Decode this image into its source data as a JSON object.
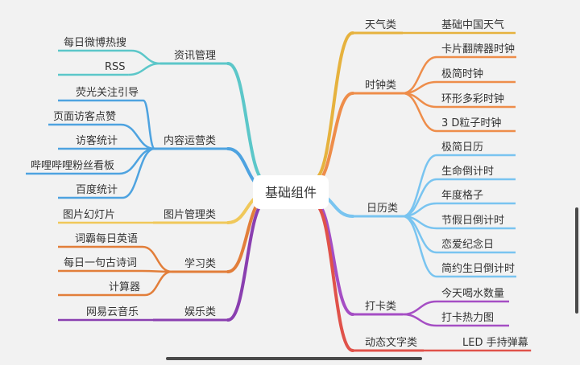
{
  "root": "基础组件",
  "colors": {
    "background": "#f2f2f2",
    "weather": "#e6b23e",
    "clock": "#ee8d4a",
    "calendar": "#79c4f0",
    "checkin": "#a54ec4",
    "dynamic_text": "#e0524a",
    "news": "#5cc7c9",
    "content_ops": "#4ea3e0",
    "image_mgmt": "#f0c85a",
    "study": "#e27e3a",
    "entertainment": "#8a3fb0"
  },
  "right_branches": [
    {
      "id": "weather",
      "label": "天气类",
      "color_key": "weather",
      "children": [
        "基础中国天气"
      ]
    },
    {
      "id": "clock",
      "label": "时钟类",
      "color_key": "clock",
      "children": [
        "卡片翻牌器时钟",
        "极简时钟",
        "环形多彩时钟",
        "3 D粒子时钟"
      ]
    },
    {
      "id": "calendar",
      "label": "日历类",
      "color_key": "calendar",
      "children": [
        "极简日历",
        "生命倒计时",
        "年度格子",
        "节假日倒计时",
        "恋爱纪念日",
        "简约生日倒计时"
      ]
    },
    {
      "id": "checkin",
      "label": "打卡类",
      "color_key": "checkin",
      "children": [
        "今天喝水数量",
        "打卡热力图"
      ]
    },
    {
      "id": "dynamic-text",
      "label": "动态文字类",
      "color_key": "dynamic_text",
      "children": [
        "LED 手持弹幕"
      ]
    }
  ],
  "left_branches": [
    {
      "id": "news",
      "label": "资讯管理",
      "color_key": "news",
      "children": [
        "每日微博热搜",
        "RSS"
      ]
    },
    {
      "id": "content-ops",
      "label": "内容运营类",
      "color_key": "content_ops",
      "children": [
        "荧光关注引导",
        "页面访客点赞",
        "访客统计",
        "哔哩哔哩粉丝看板",
        "百度统计"
      ]
    },
    {
      "id": "image-mgmt",
      "label": "图片管理类",
      "color_key": "image_mgmt",
      "children": [
        "图片幻灯片"
      ]
    },
    {
      "id": "study",
      "label": "学习类",
      "color_key": "study",
      "children": [
        "词霸每日英语",
        "每日一句古诗词",
        "计算器"
      ]
    },
    {
      "id": "entertainment",
      "label": "娱乐类",
      "color_key": "entertainment",
      "children": [
        "网易云音乐"
      ]
    }
  ]
}
